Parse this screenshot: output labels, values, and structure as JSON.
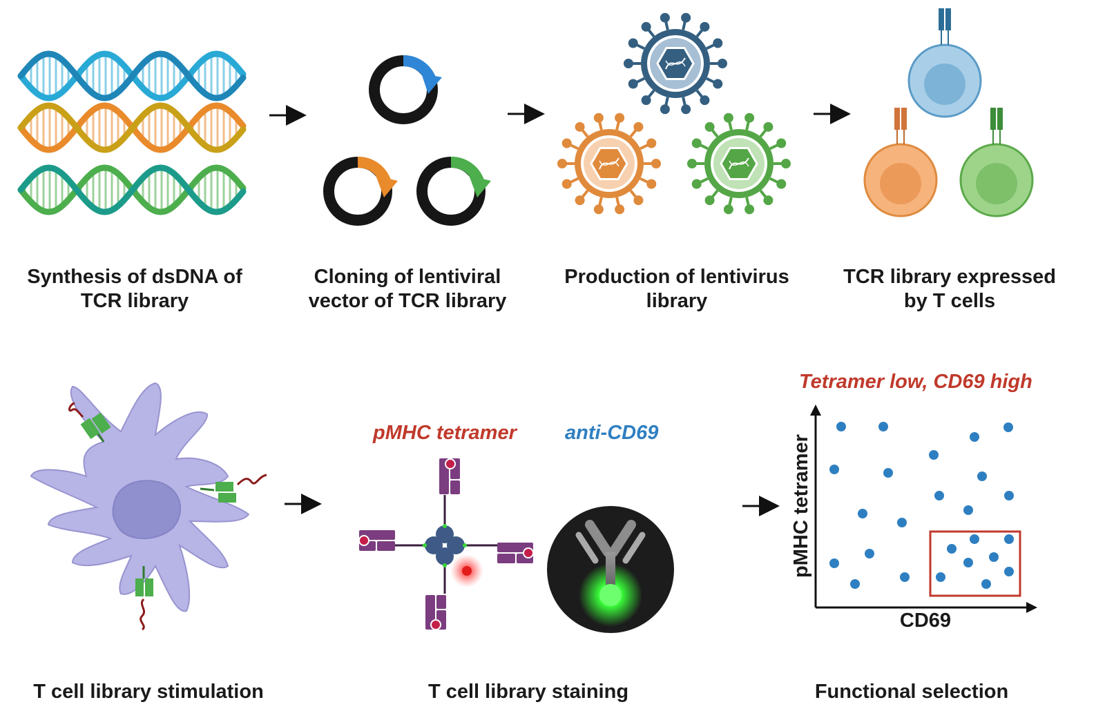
{
  "steps": [
    {
      "line1": "Synthesis of dsDNA of",
      "line2": "TCR library"
    },
    {
      "line1": "Cloning of lentiviral",
      "line2": "vector of TCR library"
    },
    {
      "line1": "Production of lentivirus",
      "line2": "library"
    },
    {
      "line1": "TCR library expressed",
      "line2": "by T cells"
    },
    {
      "line1": "T cell library stimulation"
    },
    {
      "line1": "T cell library staining"
    },
    {
      "line1": "Functional selection"
    }
  ],
  "staining": {
    "tetramer_label": "pMHC tetramer",
    "antibody_label": "anti-CD69"
  },
  "selection": {
    "gate_label": "Tetramer low, CD69 high",
    "x_axis": "CD69",
    "y_axis": "pMHC tetramer"
  },
  "colors": {
    "dna_cyan": "#29a9d6",
    "dna_orange": "#e98a2b",
    "dna_green": "#4cae4c",
    "plasmid_blue": "#2f86d6",
    "virus_navy": "#345f80",
    "virus_orange": "#e08a3c",
    "virus_green": "#54a646",
    "cell_purple": "#b7b4e6",
    "tetramer_purple": "#7b3d7f",
    "gate_red": "#c0392b",
    "dot_blue": "#2e7fc1",
    "glow_green": "#39ff39"
  },
  "icons": [
    "arrow-icon",
    "dna-icon",
    "plasmid-icon",
    "lentivirus-icon",
    "t-cell-icon",
    "tcr-icon",
    "dendritic-cell-icon",
    "tetramer-icon",
    "antibody-icon"
  ]
}
